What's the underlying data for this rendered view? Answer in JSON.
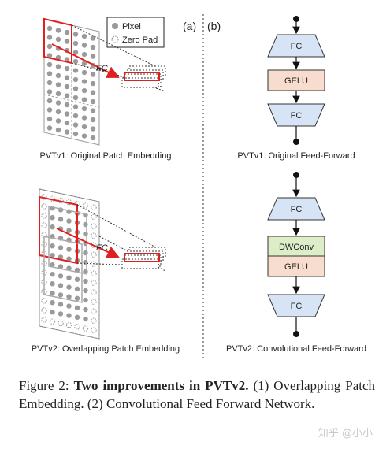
{
  "panel_a": {
    "tag": "(a)",
    "legend": {
      "pixel": "Pixel",
      "zero_pad": "Zero Pad"
    },
    "top": {
      "fc": "FC",
      "caption": "PVTv1: Original Patch Embedding"
    },
    "bottom": {
      "fc": "FC",
      "caption": "PVTv2: Overlapping Patch Embedding"
    }
  },
  "panel_b": {
    "tag": "(b)",
    "top": {
      "fc1": "FC",
      "act": "GELU",
      "fc2": "FC",
      "caption": "PVTv1: Original Feed-Forward"
    },
    "bottom": {
      "fc1": "FC",
      "conv": "DWConv",
      "act": "GELU",
      "fc2": "FC",
      "caption": "PVTv2: Convolutional Feed-Forward"
    }
  },
  "caption": {
    "prefix": "Figure 2: ",
    "bold": "Two improvements in PVTv2.",
    "rest": " (1) Overlapping Patch Embedding.  (2) Convolutional Feed Forward Network."
  },
  "watermark": "知乎 @小小"
}
